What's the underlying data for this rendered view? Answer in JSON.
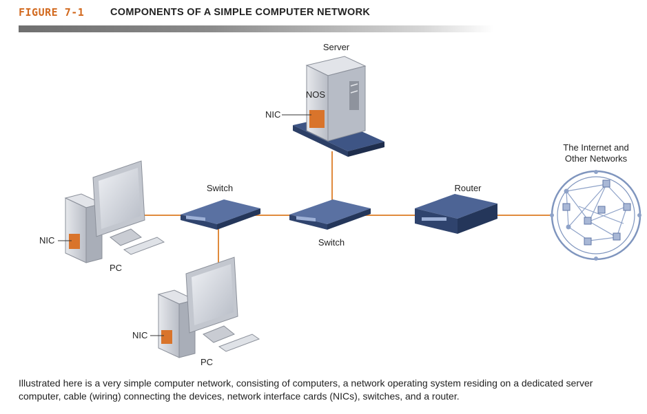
{
  "header": {
    "figure_number": "FIGURE 7-1",
    "title": "COMPONENTS OF A SIMPLE COMPUTER NETWORK"
  },
  "diagram": {
    "server_label": "Server",
    "nos_label": "NOS",
    "server_nic_label": "NIC",
    "switch_left_label": "Switch",
    "switch_center_label": "Switch",
    "router_label": "Router",
    "internet_label_line1": "The Internet and",
    "internet_label_line2": "Other Networks",
    "pc_left_label": "PC",
    "pc_left_nic_label": "NIC",
    "pc_bottom_label": "PC",
    "pc_bottom_nic_label": "NIC",
    "colors": {
      "cable": "#e08a3c",
      "device_blue": "#3e5585",
      "nic_orange": "#d9742b",
      "case_gray": "#c9ccd3",
      "cloud_blue": "#7f95be"
    }
  },
  "caption": "Illustrated here is a very simple computer network, consisting of computers, a network operating system residing on a dedicated server computer, cable (wiring) connecting the devices, network interface cards (NICs), switches, and a router."
}
